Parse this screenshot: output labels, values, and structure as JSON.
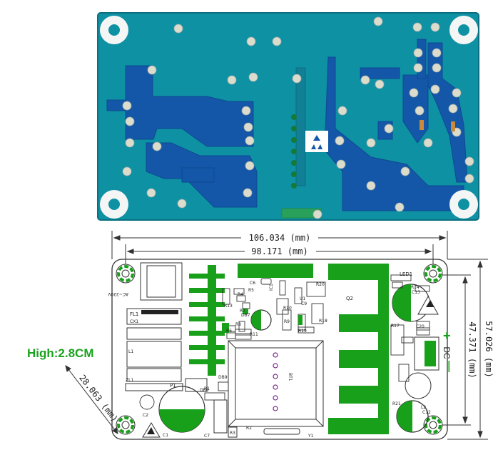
{
  "photo": {
    "board_color": "#0e8fa2",
    "trace_color": "#1257a8",
    "pad_color": "#d9d9c8",
    "label_marker": "triangle-marks"
  },
  "drawing": {
    "copper_color": "#18a01a",
    "dims": {
      "overall_length": "106.034 (mm)",
      "hole_spacing_length": "98.171 (mm)",
      "overall_width": "57.026 (mm)",
      "hole_spacing_width": "47.371 (mm)",
      "diagonal": "28.063 (mm)"
    },
    "height_label": "High:2.8CM",
    "dc_label": "DC",
    "plus_sign": "+",
    "minus_sign": "—",
    "silkscreen": {
      "led": "LED1",
      "r14": "R14",
      "c13": "C13",
      "c20": "C20",
      "r17": "R17",
      "r20": "R20",
      "r21": "R21",
      "l2": "L2",
      "c12": "C12",
      "q2": "Q2",
      "r9": "R9",
      "r10": "R10",
      "r19": "R19",
      "r18": "R18",
      "u1": "U1",
      "c9": "C9",
      "ic1": "IC1",
      "db7": "DB7",
      "r4": "R4",
      "r6": "R6",
      "r8": "R8",
      "r7": "R7",
      "c6": "C6",
      "r11": "R11",
      "r13": "R13",
      "r5": "R5",
      "fl1": "FL1",
      "cx1": "CX1",
      "l1": "L1",
      "zl1": "ZL1",
      "p1": "P1",
      "r1": "R1",
      "c1": "C1",
      "c7": "C7",
      "r3": "R3",
      "r2": "R2",
      "db9": "DB9",
      "db0": "DB0",
      "bt1": "BT1",
      "y1": "Y1",
      "ac": "AC~220V",
      "c2": "C2"
    }
  }
}
